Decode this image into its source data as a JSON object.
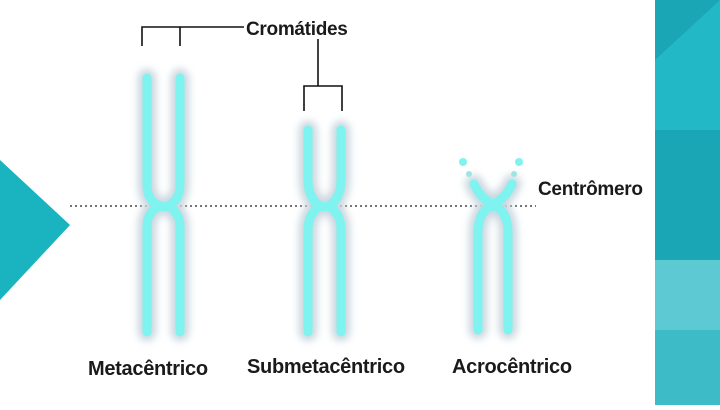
{
  "labels": {
    "chromatids": "Cromátides",
    "centromere": "Centrômero",
    "metacentric": "Metacêntrico",
    "submetacentric": "Submetacêntrico",
    "acrocentric": "Acrocêntrico"
  },
  "colors": {
    "background": "#ffffff",
    "chromosome": "#7ff3ef",
    "chromosome_glow": "#c9d6de",
    "accent_left": "#1ab3c0",
    "accent_right_dark": "#1aa6b5",
    "accent_right_light": "#5cc9d3",
    "line": "#111111"
  }
}
